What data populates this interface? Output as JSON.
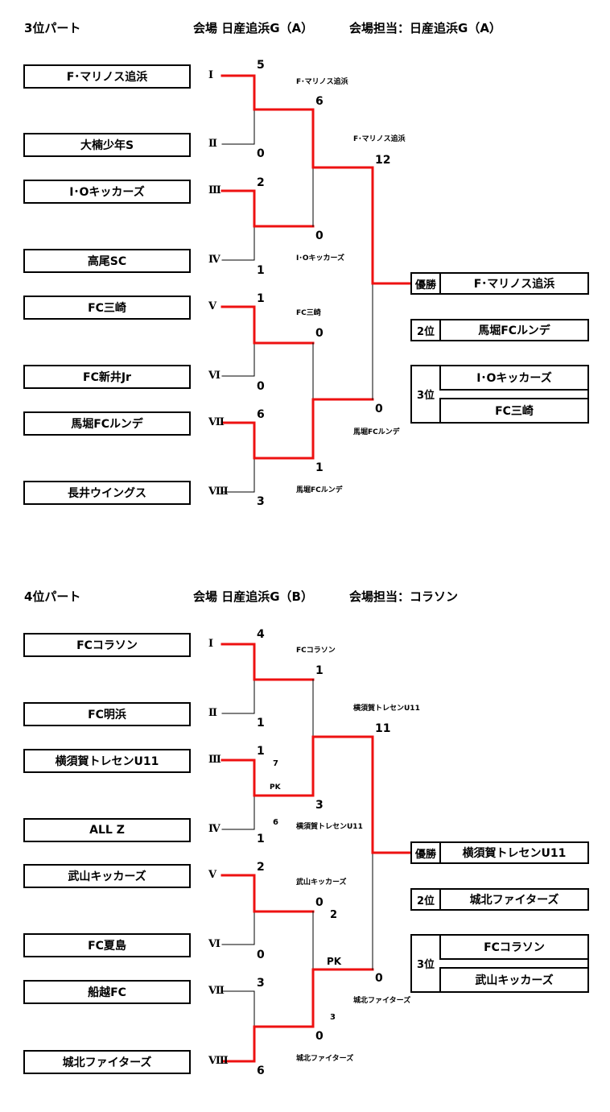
{
  "sections": [
    {
      "title": "3位パート",
      "venue": "会場 日産追浜G（A）",
      "manager": "会場担当：日産追浜G（A）",
      "teams": [
        "F･マリノス追浜",
        "大楠少年S",
        "I･Oキッカーズ",
        "高尾SC",
        "FC三崎",
        "FC新井Jr",
        "馬堀FCルンデ",
        "長井ウイングス"
      ],
      "romans": [
        "Ⅰ",
        "Ⅱ",
        "Ⅲ",
        "Ⅳ",
        "Ⅴ",
        "Ⅵ",
        "Ⅶ",
        "Ⅷ"
      ],
      "r1_scores": [
        "5",
        "0",
        "2",
        "1",
        "1",
        "0",
        "6",
        "3"
      ],
      "r1_winners": [
        "F･マリノス追浜",
        "I･Oキッカーズ",
        "FC三崎",
        "馬堀FCルンデ"
      ],
      "r2_scores": [
        "6",
        "0",
        "0",
        "1"
      ],
      "r2_winners": [
        "F･マリノス追浜",
        "馬堀FCルンデ"
      ],
      "final_scores": [
        "12",
        "0"
      ],
      "results": {
        "champion_label": "優勝",
        "champion": "F･マリノス追浜",
        "second_label": "2位",
        "second": "馬堀FCルンデ",
        "third_label": "3位",
        "third": [
          "I･Oキッカーズ",
          "FC三崎"
        ]
      }
    },
    {
      "title": "4位パート",
      "venue": "会場 日産追浜G（B）",
      "manager": "会場担当：コラソン",
      "teams": [
        "FCコラソン",
        "FC明浜",
        "横須賀トレセンU11",
        "ALL Z",
        "武山キッカーズ",
        "FC夏島",
        "船越FC",
        "城北ファイターズ"
      ],
      "romans": [
        "Ⅰ",
        "Ⅱ",
        "Ⅲ",
        "Ⅳ",
        "Ⅴ",
        "Ⅵ",
        "Ⅶ",
        "Ⅷ"
      ],
      "r1_scores": [
        "4",
        "1",
        "1",
        "1",
        "2",
        "0",
        "3",
        "6"
      ],
      "r1_winners": [
        "FCコラソン",
        "横須賀トレセンU11",
        "武山キッカーズ",
        "城北ファイターズ"
      ],
      "r1_pk": {
        "label": "PK",
        "top": "7",
        "bottom": "6"
      },
      "r2_scores": [
        "1",
        "3",
        "0",
        "0"
      ],
      "r2_pk": {
        "label": "PK",
        "top": "2",
        "bottom": "3"
      },
      "r2_winners": [
        "横須賀トレセンU11",
        "城北ファイターズ"
      ],
      "final_scores": [
        "11",
        "0"
      ],
      "results": {
        "champion_label": "優勝",
        "champion": "横須賀トレセンU11",
        "second_label": "2位",
        "second": "城北ファイターズ",
        "third_label": "3位",
        "third": [
          "FCコラソン",
          "武山キッカーズ"
        ]
      }
    }
  ],
  "colors": {
    "win_line": "#ee1111",
    "line": "#000000"
  }
}
